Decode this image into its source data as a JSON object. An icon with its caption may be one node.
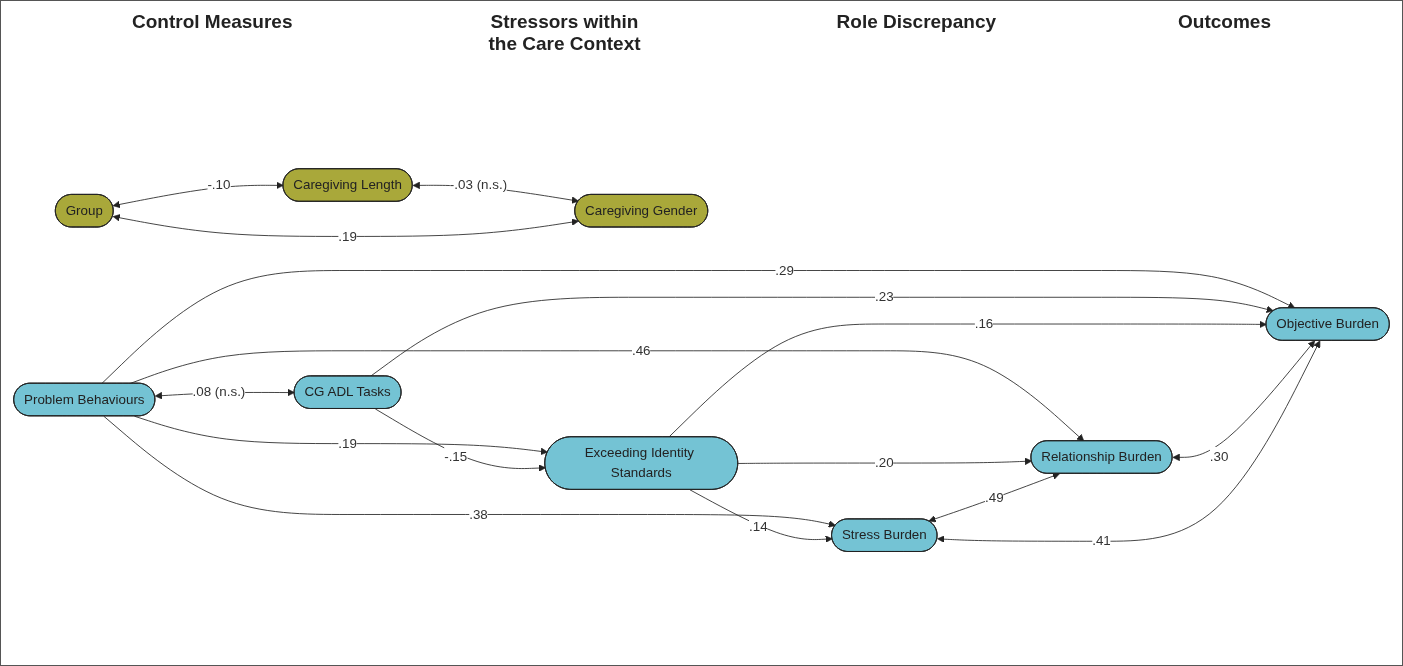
{
  "diagram": {
    "nodes": [
      {
        "text": [
          "Group"
        ]
      },
      {
        "text": [
          "Caregiving Length"
        ]
      },
      {
        "text": [
          "Caregiving Gender"
        ]
      },
      {
        "text": [
          "Problem Behaviours"
        ]
      },
      {
        "text": [
          "CG ADL Tasks"
        ]
      },
      {
        "text": [
          "Exceeding Identity Standards"
        ]
      },
      {
        "text": [
          "Stress Burden"
        ]
      },
      {
        "text": [
          "Relationship Burden"
        ]
      },
      {
        "text": [
          "Objective Burden"
        ]
      }
    ],
    "edges": [
      {
        "from": 0,
        "to": 1,
        "arrow": "both",
        "label": "-.10"
      },
      {
        "from": 1,
        "to": 2,
        "arrow": "both",
        "label": "-.03 (n.s.)"
      },
      {
        "from": 0,
        "to": 2,
        "arrow": "both",
        "label": ".19"
      },
      {
        "from": 3,
        "to": 4,
        "arrow": "both",
        "label": ".08 (n.s.)"
      },
      {
        "from": 3,
        "to": 6,
        "arrow": "to",
        "label": ".38"
      },
      {
        "from": 3,
        "to": 7,
        "arrow": "to",
        "label": ".46"
      },
      {
        "from": 3,
        "to": 5,
        "arrow": "to",
        "label": ".19"
      },
      {
        "from": 3,
        "to": 8,
        "arrow": "to",
        "label": ".29"
      },
      {
        "from": 4,
        "to": 5,
        "arrow": "to",
        "label": "-.15"
      },
      {
        "from": 4,
        "to": 8,
        "arrow": "to",
        "label": ".23"
      },
      {
        "from": 5,
        "to": 6,
        "arrow": "to",
        "label": ".14"
      },
      {
        "from": 5,
        "to": 7,
        "arrow": "to",
        "label": ".20"
      },
      {
        "from": 5,
        "to": 8,
        "arrow": "to",
        "label": ".16"
      },
      {
        "from": 6,
        "to": 7,
        "arrow": "both",
        "label": ".49"
      },
      {
        "from": 7,
        "to": 8,
        "arrow": "both",
        "label": ".30"
      },
      {
        "from": 6,
        "to": 8,
        "arrow": "both",
        "label": ".41"
      }
    ],
    "labels": [
      "Control Measures",
      "Stressors within the Care Context",
      "Role Discrepancy",
      "Outcomes"
    ]
  }
}
